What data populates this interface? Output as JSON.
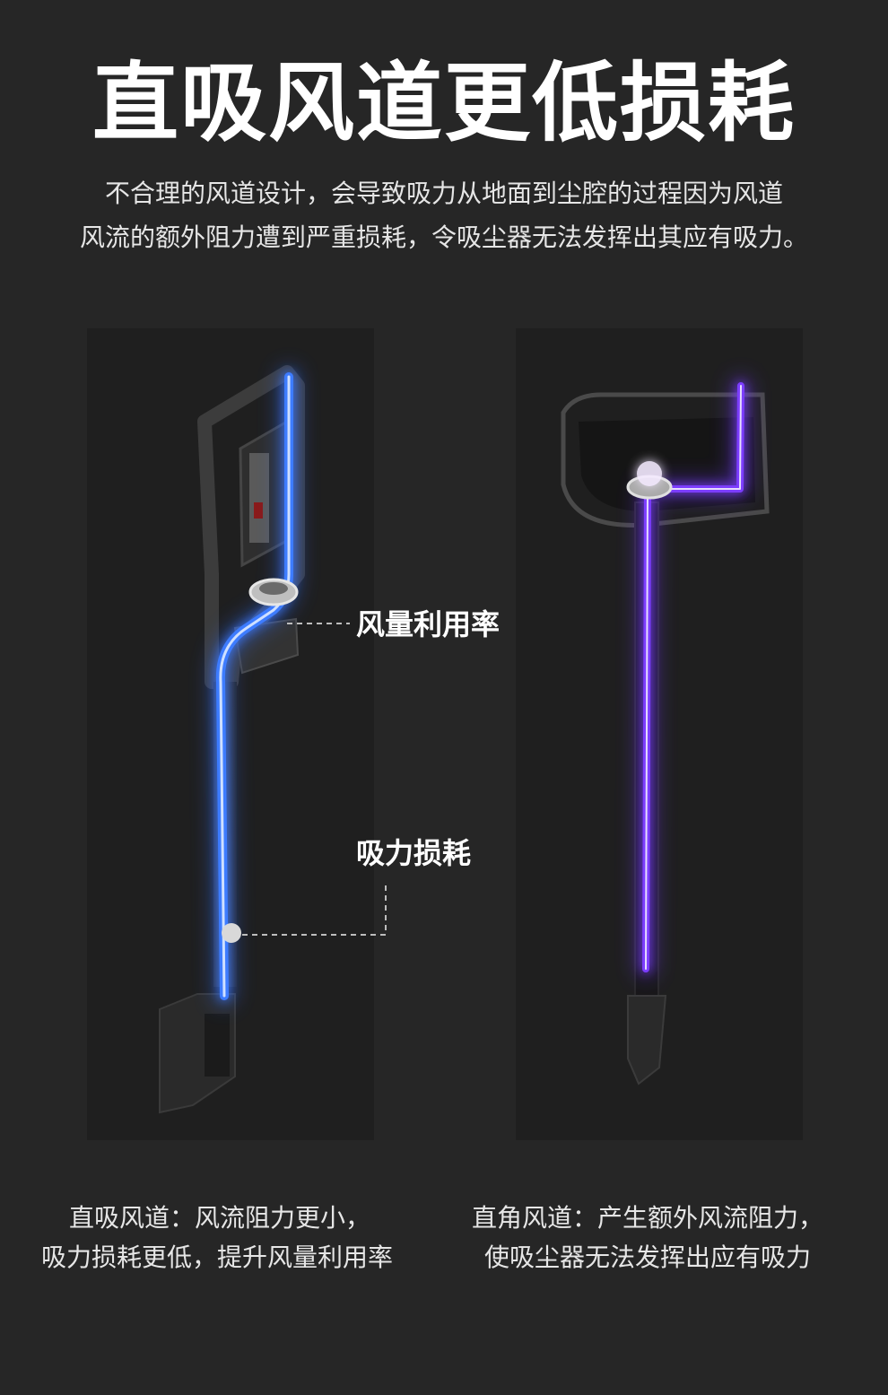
{
  "title": "直吸风道更低损耗",
  "description": {
    "line1": "不合理的风道设计，会导致吸力从地面到尘腔的过程因为风道",
    "line2": "风流的额外阻力遭到严重损耗，令吸尘器无法发挥出其应有吸力。"
  },
  "callouts": {
    "airflow_utilization": "风量利用率",
    "suction_loss": "吸力损耗"
  },
  "captions": {
    "straight": {
      "line1": "直吸风道：风流阻力更小，",
      "line2": "吸力损耗更低，提升风量利用率"
    },
    "right_angle": {
      "line1": "直角风道：产生额外风流阻力，",
      "line2": "使吸尘器无法发挥出应有吸力"
    }
  },
  "colors": {
    "background": "#262626",
    "panel": "#1f1f1f",
    "straight_airflow": "#2f6bff",
    "right_angle_airflow": "#7b3cff"
  }
}
